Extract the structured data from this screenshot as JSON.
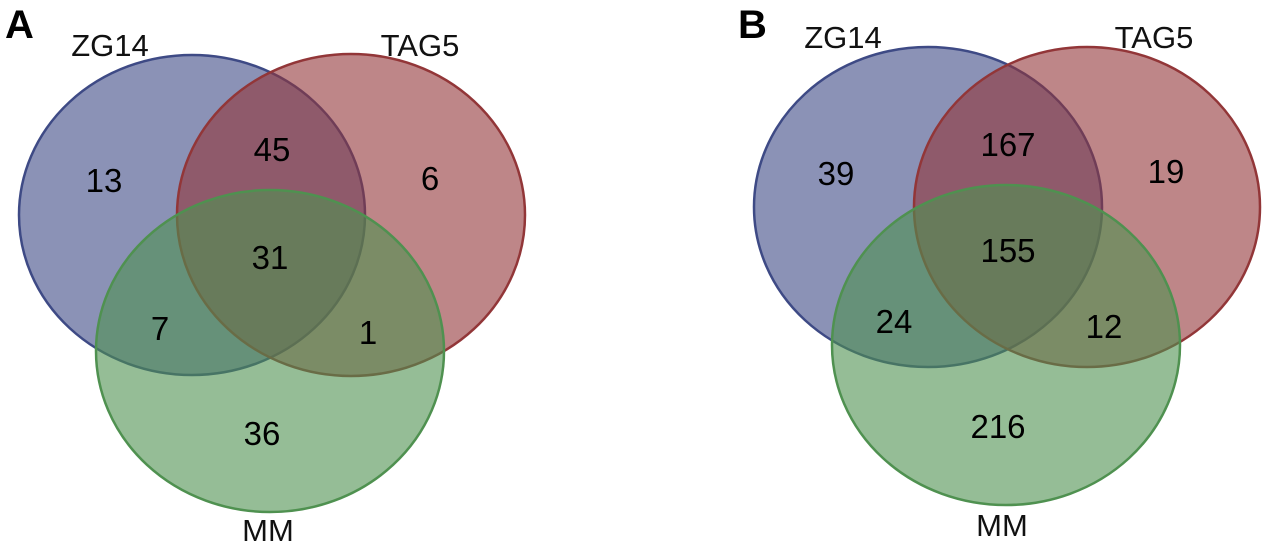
{
  "colors": {
    "zg14": "#3e4a85",
    "tag5": "#923638",
    "mm": "#4f9150"
  },
  "panels": [
    {
      "letter": "A",
      "sets": {
        "zg14": "ZG14",
        "tag5": "TAG5",
        "mm": "MM"
      },
      "counts": {
        "zg14_only": "13",
        "tag5_only": "6",
        "mm_only": "36",
        "zg14_tag5": "45",
        "zg14_mm": "7",
        "tag5_mm": "1",
        "all": "31"
      }
    },
    {
      "letter": "B",
      "sets": {
        "zg14": "ZG14",
        "tag5": "TAG5",
        "mm": "MM"
      },
      "counts": {
        "zg14_only": "39",
        "tag5_only": "19",
        "mm_only": "216",
        "zg14_tag5": "167",
        "zg14_mm": "24",
        "tag5_mm": "12",
        "all": "155"
      }
    }
  ]
}
